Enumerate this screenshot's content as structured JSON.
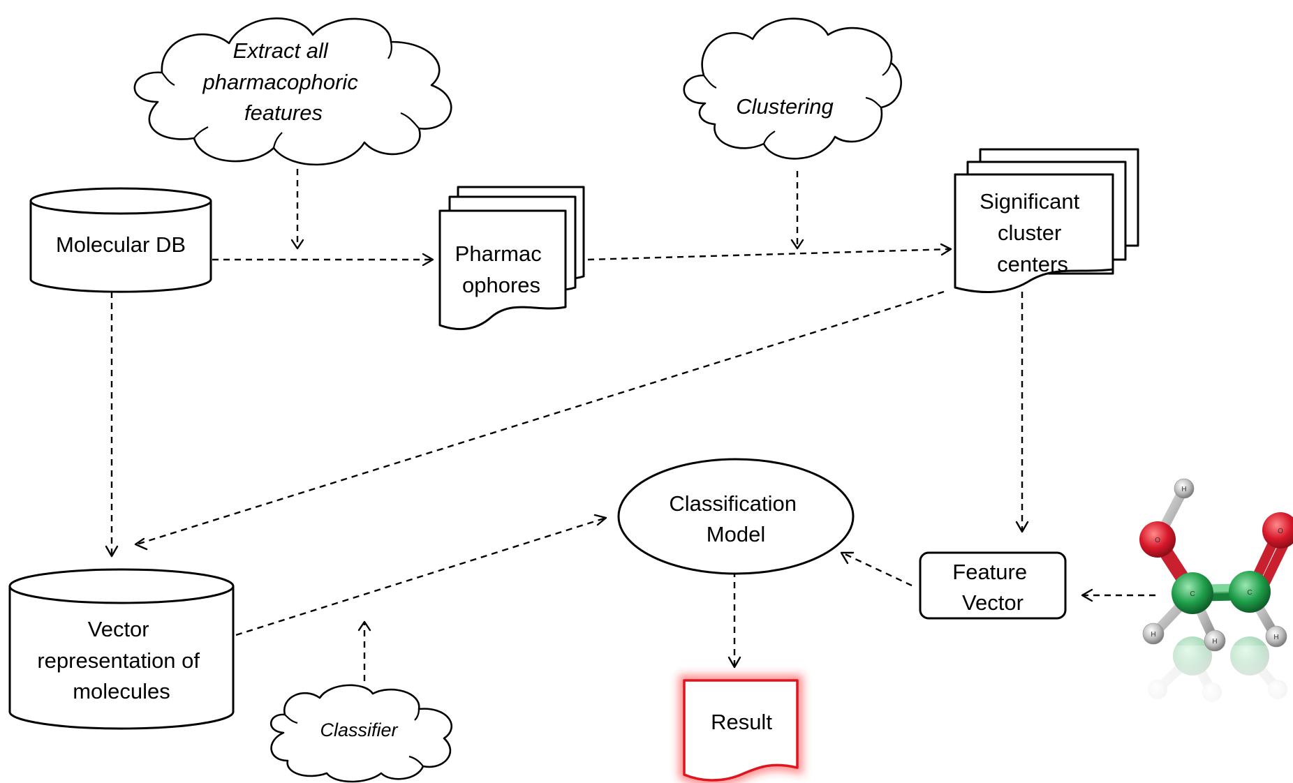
{
  "nodes": {
    "molecular_db": {
      "label": "Molecular DB"
    },
    "extract_cloud": {
      "lines": [
        "Extract all",
        "pharmacophoric",
        "features"
      ]
    },
    "pharmacophores": {
      "lines": [
        "Pharmac",
        "ophores"
      ]
    },
    "clustering_cloud": {
      "label": "Clustering"
    },
    "cluster_centers": {
      "lines": [
        "Significant",
        "cluster",
        "centers"
      ]
    },
    "vector_db": {
      "lines": [
        "Vector",
        "representation of",
        "molecules"
      ]
    },
    "classification_model": {
      "lines": [
        "Classification",
        "Model"
      ]
    },
    "feature_vector": {
      "lines": [
        "Feature",
        "Vector"
      ]
    },
    "classifier_cloud": {
      "label": "Classifier"
    },
    "result": {
      "label": "Result"
    },
    "molecule_model": {
      "atoms": [
        "H",
        "O",
        "C",
        "C",
        "O",
        "H",
        "H",
        "H"
      ],
      "colors": {
        "oxygen": "#d7182a",
        "carbon": "#1f9e4a",
        "hydrogen": "#bdbdbd"
      }
    }
  },
  "colors": {
    "result_highlight": "#e0141e",
    "stroke": "#000000"
  }
}
